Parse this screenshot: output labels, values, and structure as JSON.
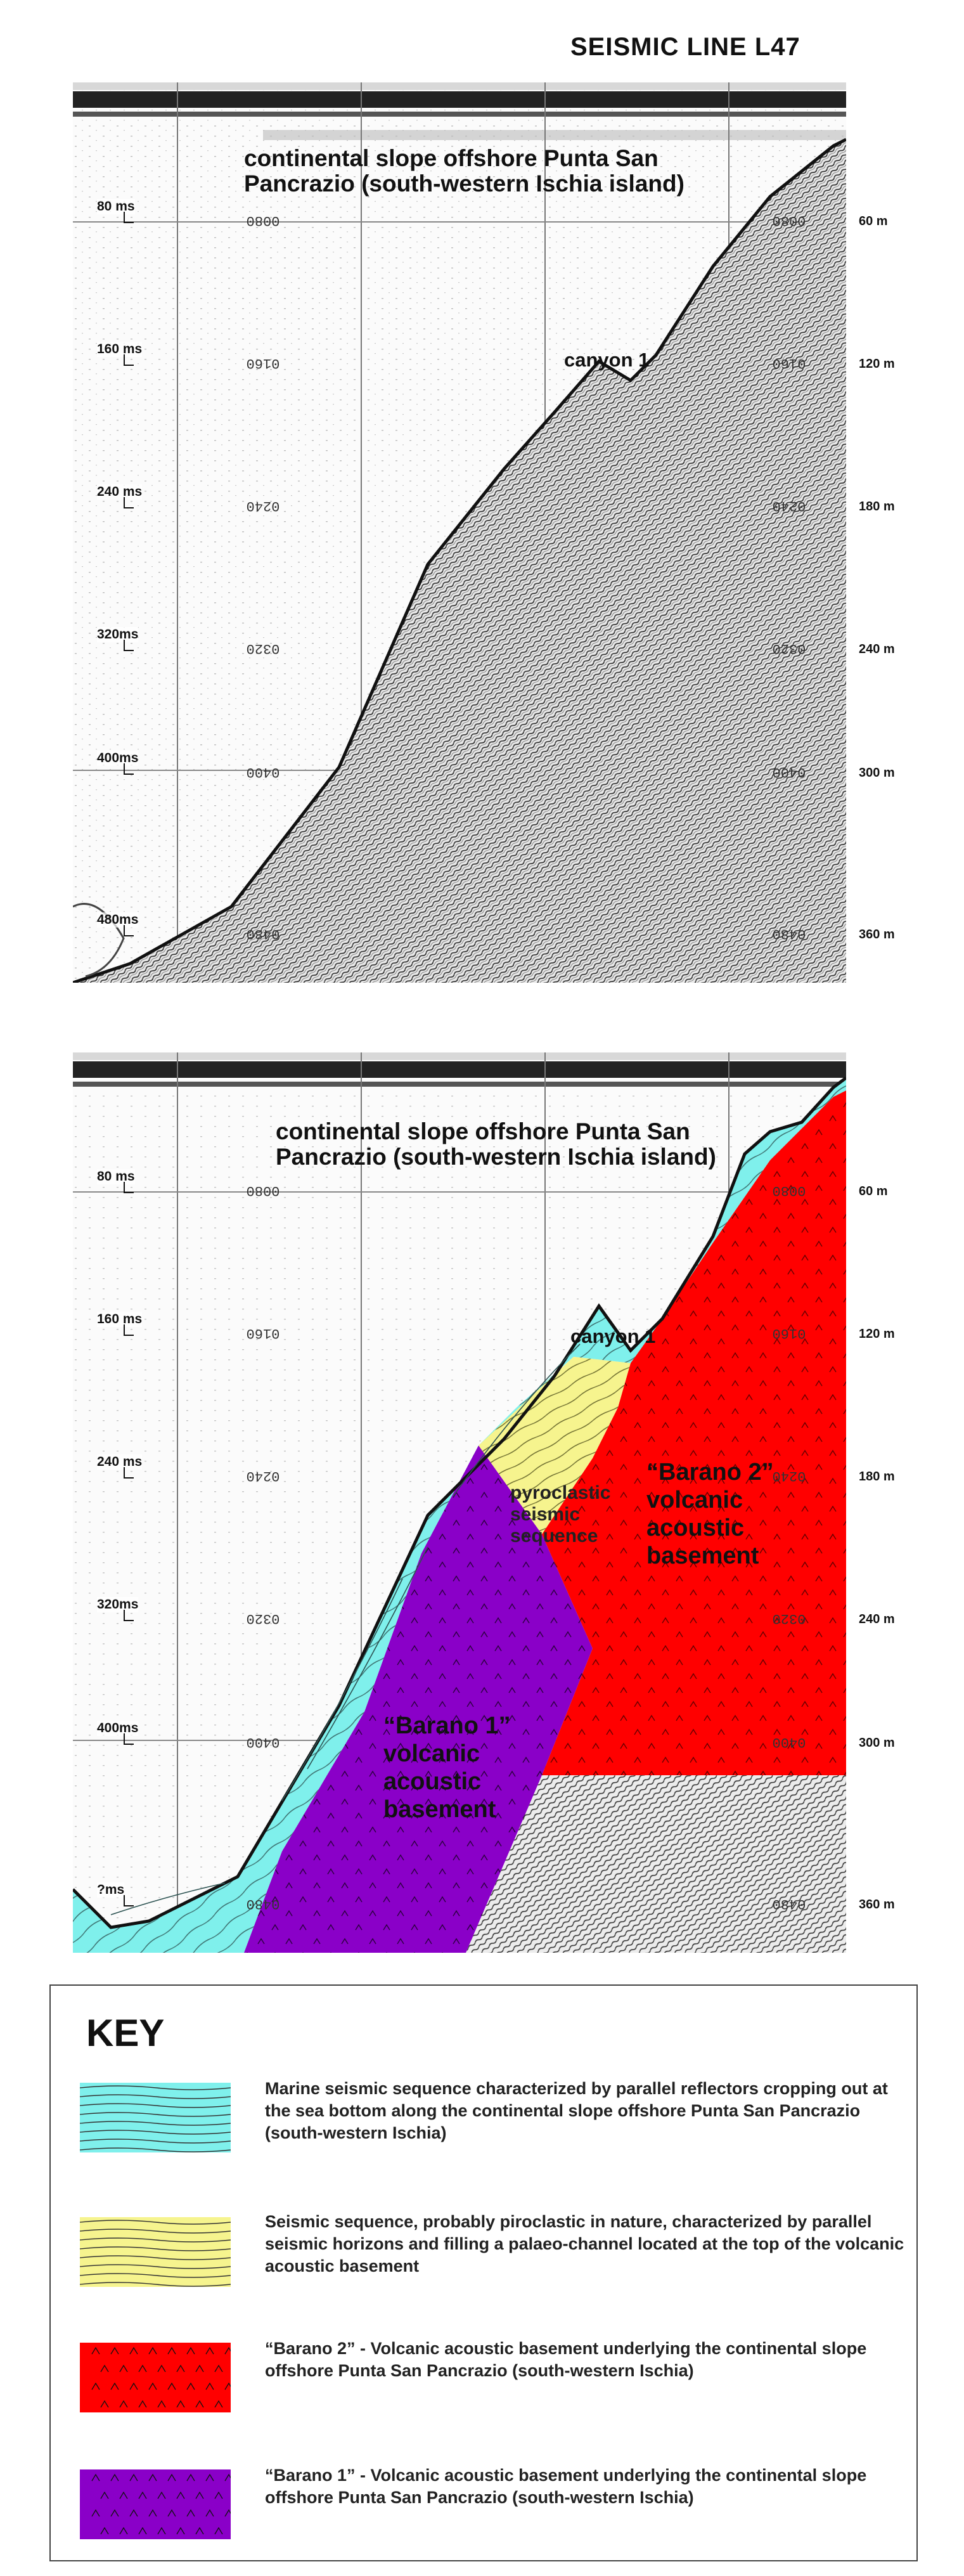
{
  "title": "SEISMIC LINE L47",
  "panels": {
    "top": {
      "location_label": "continental slope offshore Punta San Pancrazio (south-western Ischia island)",
      "canyon_label": "canyon 1",
      "ms_labels": [
        "80 ms",
        "160 ms",
        "240 ms",
        "320ms",
        "400ms",
        "480ms"
      ],
      "m_labels": [
        "60 m",
        "120 m",
        "180 m",
        "240 m",
        "300 m",
        "360 m"
      ],
      "center_ticks": [
        "0080",
        "0160",
        "0240",
        "0320",
        "0400",
        "0480"
      ]
    },
    "bottom": {
      "location_label": "continental slope offshore Punta San Pancrazio (south-western Ischia island)",
      "canyon_label": "canyon 1",
      "ms_labels": [
        "80 ms",
        "160 ms",
        "240 ms",
        "320ms",
        "400ms",
        "?ms"
      ],
      "m_labels": [
        "60 m",
        "120 m",
        "180 m",
        "240 m",
        "300 m",
        "360 m"
      ],
      "center_ticks": [
        "0080",
        "0160",
        "0240",
        "0320",
        "0400",
        "0480"
      ],
      "pyroclastic_label": "pyroclastic seismic sequence",
      "barano2_label": "“Barano 2” volcanic acoustic basement",
      "barano1_label": "“Barano 1” volcanic acoustic basement"
    }
  },
  "key": {
    "title": "KEY",
    "items": [
      {
        "color": "#7ff0ec",
        "pattern": "lines",
        "text": "Marine seismic sequence characterized by parallel reflectors cropping out at the sea bottom along the continental slope offshore Punta San Pancrazio (south-western Ischia)"
      },
      {
        "color": "#f6f48e",
        "pattern": "lines",
        "text": "Seismic sequence, probably piroclastic in nature, characterized by parallel seismic horizons and filling a palaeo-channel located at the top of the volcanic acoustic basement"
      },
      {
        "color": "#ff0000",
        "pattern": "carets",
        "text": "“Barano 2” - Volcanic acoustic basement underlying the continental slope offshore Punta San Pancrazio (south-western Ischia)"
      },
      {
        "color": "#8a00c8",
        "pattern": "carets",
        "text": "“Barano 1” - Volcanic acoustic basement underlying the continental slope offshore Punta San Pancrazio (south-western Ischia)"
      }
    ]
  }
}
